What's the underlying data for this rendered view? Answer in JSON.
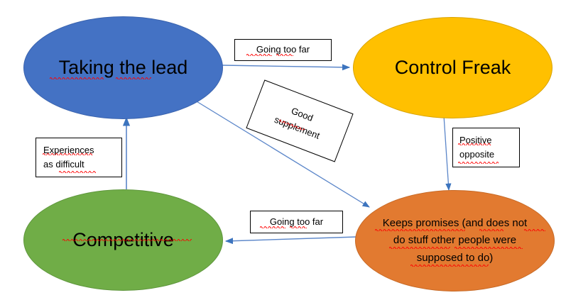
{
  "diagram": {
    "title": "Taking the lead / Control Freak behaviour map",
    "background_color": "#FFFFFF",
    "nodes": [
      {
        "id": "taking-the-lead",
        "label": "Taking the lead",
        "shape": "ellipse",
        "fill": "#4472C4",
        "stroke": "#3A63AE",
        "text_color": "#000000"
      },
      {
        "id": "control-freak",
        "label": "Control Freak",
        "shape": "ellipse",
        "fill": "#FFC000",
        "stroke": "#D9A300",
        "text_color": "#000000"
      },
      {
        "id": "competitive",
        "label": "Competitive",
        "shape": "ellipse",
        "fill": "#70AD47",
        "stroke": "#5E963C",
        "text_color": "#000000"
      },
      {
        "id": "keeps-promises",
        "label": "Keeps promises (and does not\ndo stuff other people were\nsupposed to do)",
        "shape": "ellipse",
        "fill": "#E27A30",
        "stroke": "#C76A27",
        "text_color": "#000000"
      }
    ],
    "edge_labels": [
      {
        "id": "going-too-far-top",
        "text": "Going too far",
        "from": "taking-the-lead",
        "to": "control-freak"
      },
      {
        "id": "good-supplement",
        "text": "Good\nsupplement",
        "from": "taking-the-lead",
        "to": "keeps-promises",
        "rotation_deg": 21
      },
      {
        "id": "positive-opposite",
        "text": "Positive\nopposite",
        "from": "control-freak",
        "to": "keeps-promises"
      },
      {
        "id": "going-too-far-bottom",
        "text": "Going too far",
        "from": "keeps-promises",
        "to": "competitive"
      },
      {
        "id": "experiences-as-difficult",
        "text": "Experiences\nas difficult",
        "from": "competitive",
        "to": "taking-the-lead"
      }
    ],
    "connectors": [
      {
        "id": "taking-the-lead-to-control-freak",
        "color": "#5B86C9",
        "arrow": "end"
      },
      {
        "id": "taking-the-lead-to-keeps-promises",
        "color": "#5B86C9",
        "arrow": "end"
      },
      {
        "id": "control-freak-to-keeps-promises",
        "color": "#5B86C9",
        "arrow": "end"
      },
      {
        "id": "keeps-promises-to-competitive",
        "color": "#5B86C9",
        "arrow": "end"
      },
      {
        "id": "competitive-to-taking-the-lead",
        "color": "#5B86C9",
        "arrow": "end"
      }
    ],
    "spellcheck_color": "#FF0000"
  }
}
